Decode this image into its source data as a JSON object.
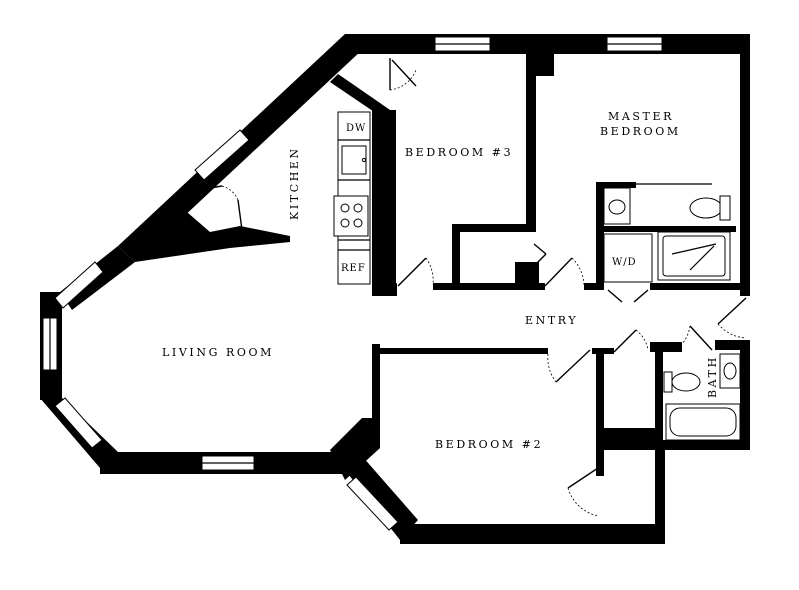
{
  "rooms": {
    "kitchen": "KITCHEN",
    "bedroom3": "BEDROOM #3",
    "master_line1": "MASTER",
    "master_line2": "BEDROOM",
    "living": "LIVING ROOM",
    "entry": "ENTRY",
    "bedroom2": "BEDROOM #2",
    "bath": "BATH"
  },
  "fixtures": {
    "dishwasher": "DW",
    "refrigerator": "REF",
    "washer_dryer": "W/D"
  }
}
